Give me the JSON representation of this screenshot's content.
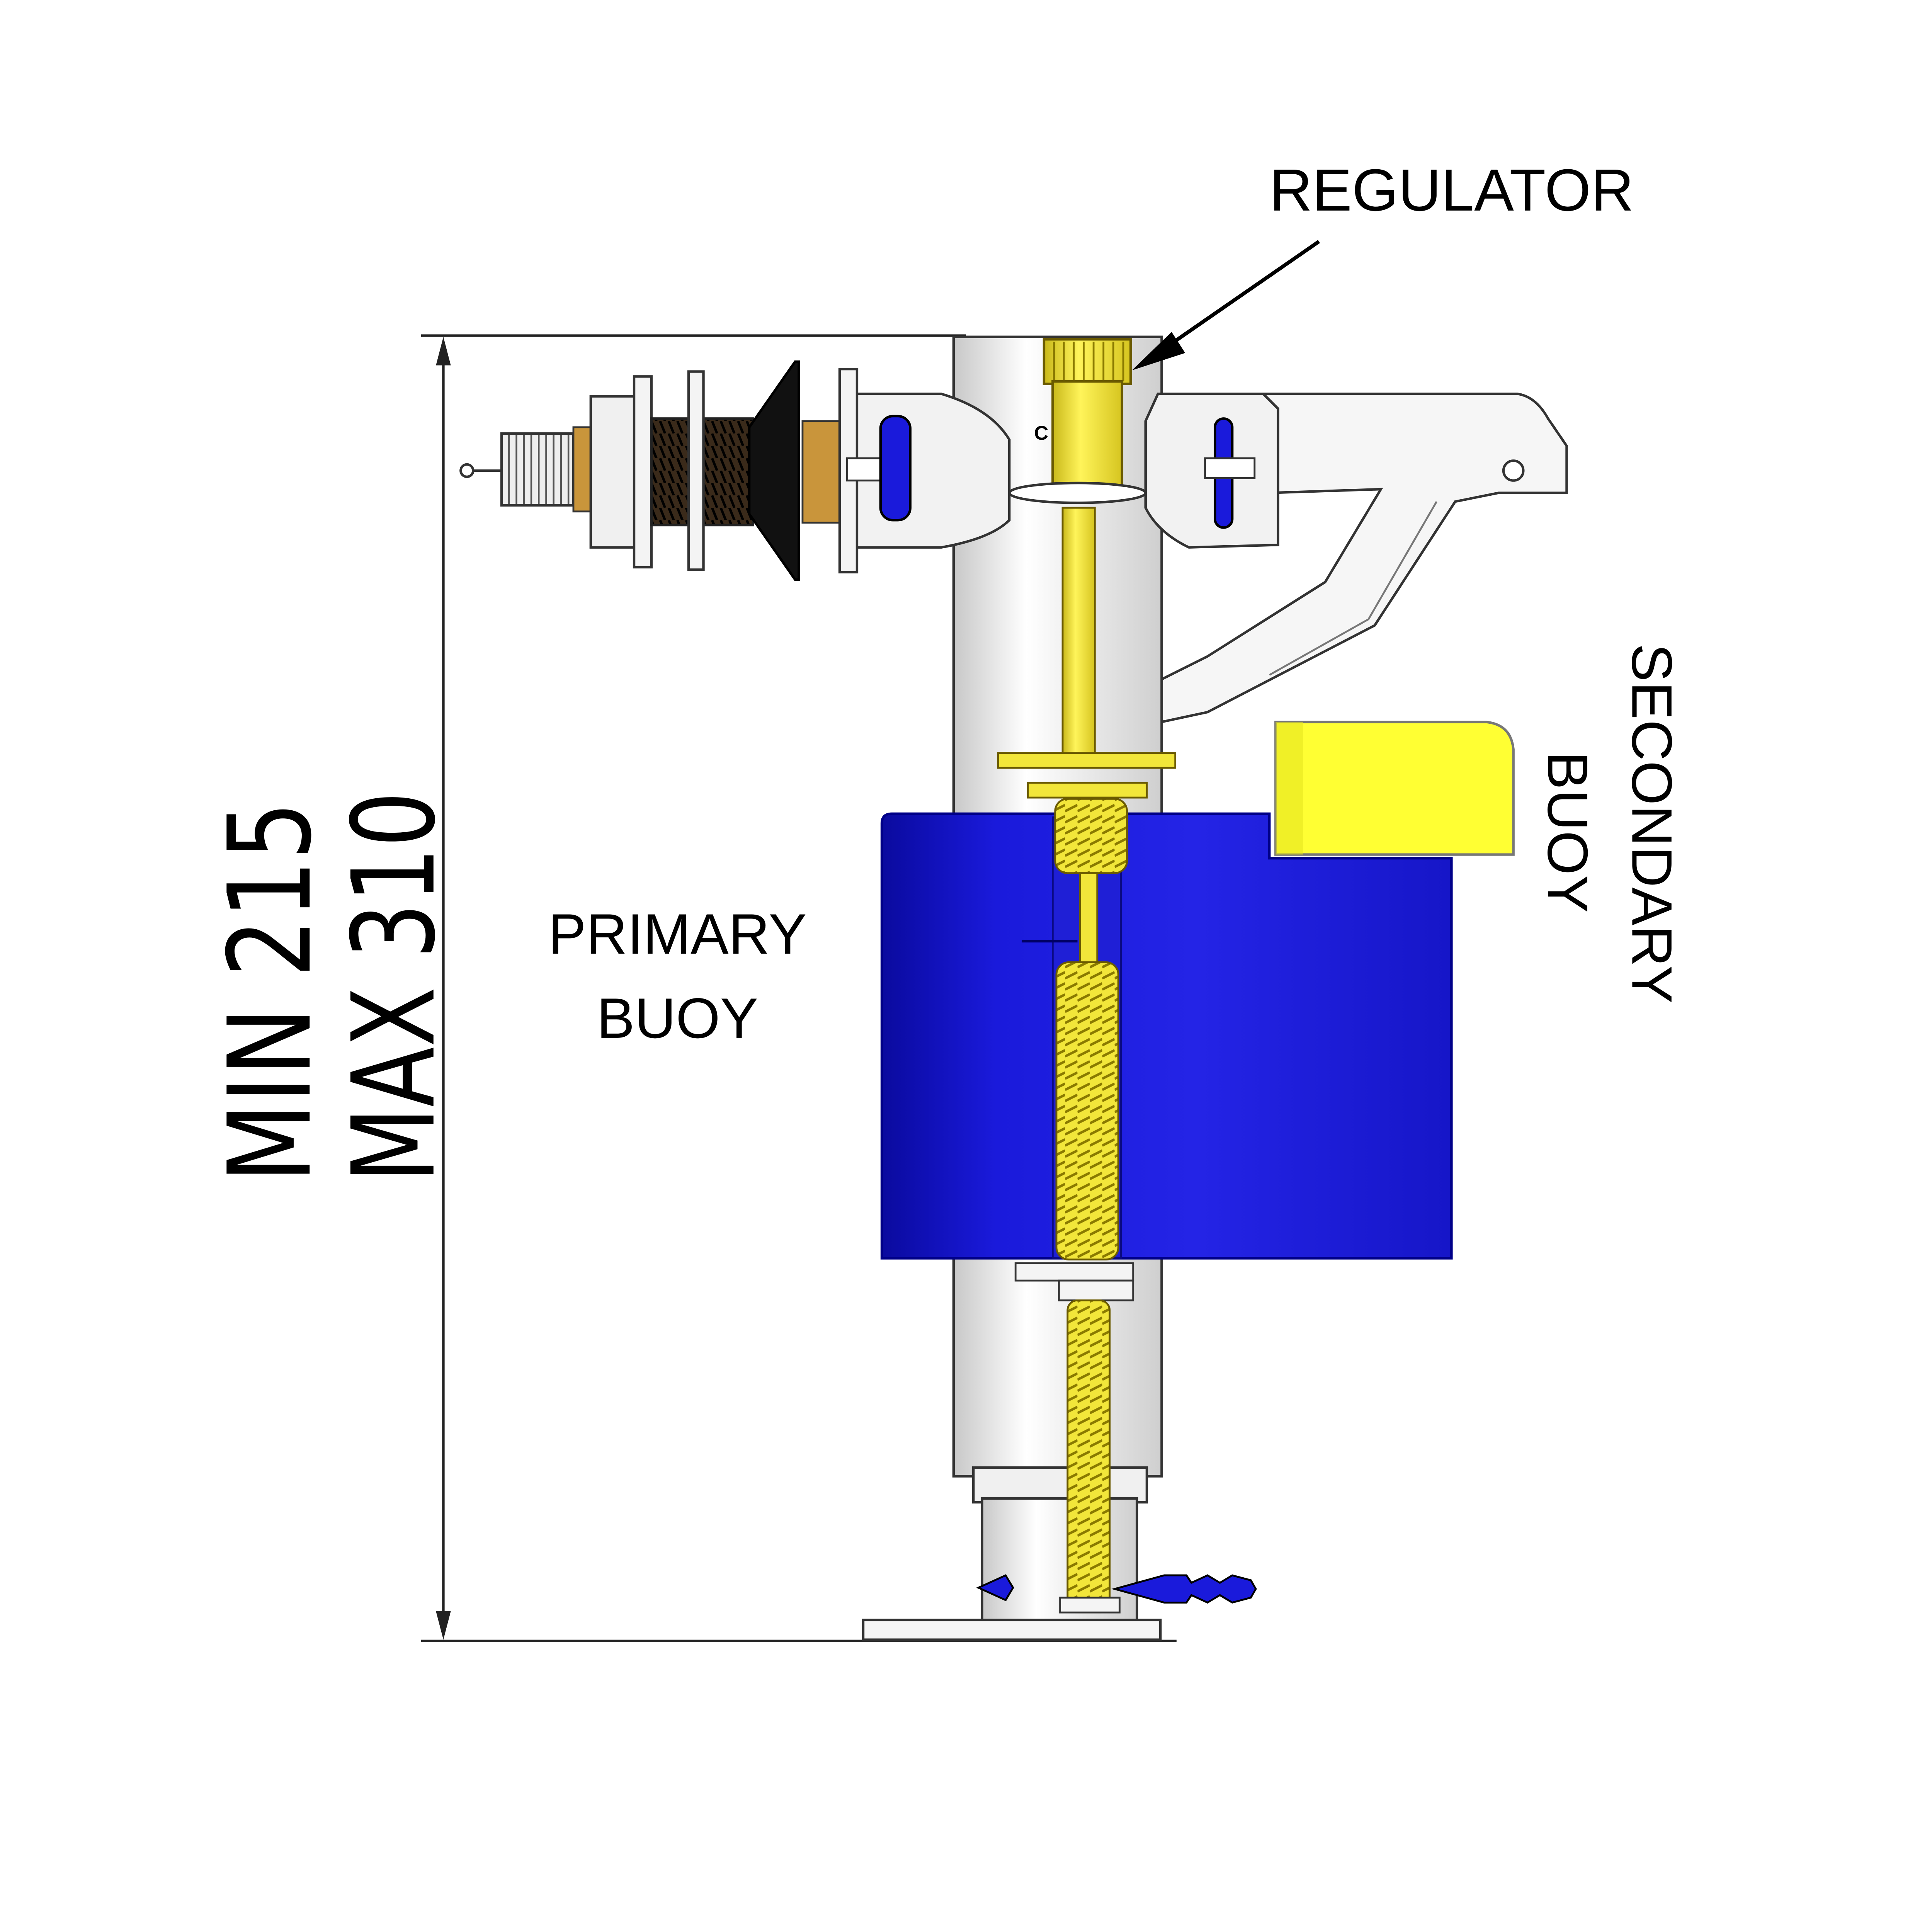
{
  "labels": {
    "regulator": "REGULATOR",
    "primary_buoy_line1": "PRIMARY",
    "primary_buoy_line2": "BUOY",
    "secondary_buoy_line1": "SECONDARY",
    "secondary_buoy_line2": "BUOY",
    "dimension_min": "MIN 215",
    "dimension_max": "MAX 310",
    "valve_mark": "C"
  },
  "colors": {
    "buoy_blue": "#1a1adb",
    "buoy_blue_dark": "#0a0a9e",
    "brass_yellow": "#f2e63a",
    "secondary_yellow": "#ffff33",
    "body_white": "#f4f4f4",
    "outline": "#333333"
  }
}
